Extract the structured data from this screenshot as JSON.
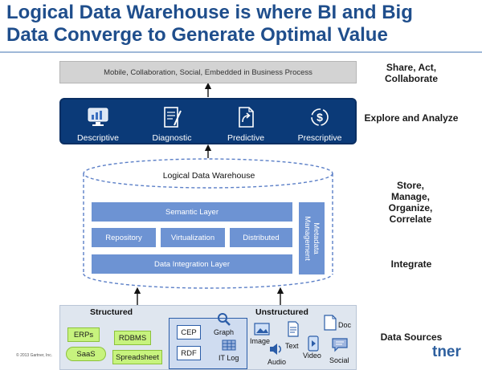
{
  "title": {
    "line1": "Logical Data Warehouse is where BI and Big",
    "line2": "Data Converge to Generate Optimal Value"
  },
  "top_bar": "Mobile, Collaboration, Social, Embedded in Business Process",
  "analytics": [
    {
      "label": "Descriptive",
      "icon": "monitor-chart-icon"
    },
    {
      "label": "Diagnostic",
      "icon": "clipboard-pencil-icon"
    },
    {
      "label": "Predictive",
      "icon": "document-arrow-icon"
    },
    {
      "label": "Prescriptive",
      "icon": "dollar-cycle-icon"
    }
  ],
  "ldw": {
    "label": "Logical Data Warehouse",
    "semantic": "Semantic Layer",
    "repository": "Repository",
    "virtualization": "Virtualization",
    "distributed": "Distributed",
    "integration": "Data Integration Layer",
    "metadata": "Metadata Management"
  },
  "side_labels": {
    "share": "Share, Act, Collaborate",
    "explore": "Explore and Analyze",
    "store": "Store, Manage, Organize, Correlate",
    "integrate": "Integrate",
    "sources": "Data Sources"
  },
  "data_sources": {
    "structured": "Structured",
    "unstructured": "Unstructured",
    "erps": "ERPs",
    "rdbms": "RDBMS",
    "saas": "SaaS",
    "spreadsheet": "Spreadsheet",
    "cep": "CEP",
    "graph": "Graph",
    "rdf": "RDF",
    "itlog": "IT Log",
    "image": "Image",
    "text": "Text",
    "doc": "Doc",
    "audio": "Audio",
    "video": "Video",
    "social": "Social"
  },
  "footer": "© 2013 Gartner, Inc.",
  "brand": "tner",
  "colors": {
    "title": "#1f4e8c",
    "analytics_bg": "#0b3a78",
    "layer": "#6d93d3",
    "green": "#c7f37e",
    "dashed": "#5b7fc7"
  }
}
